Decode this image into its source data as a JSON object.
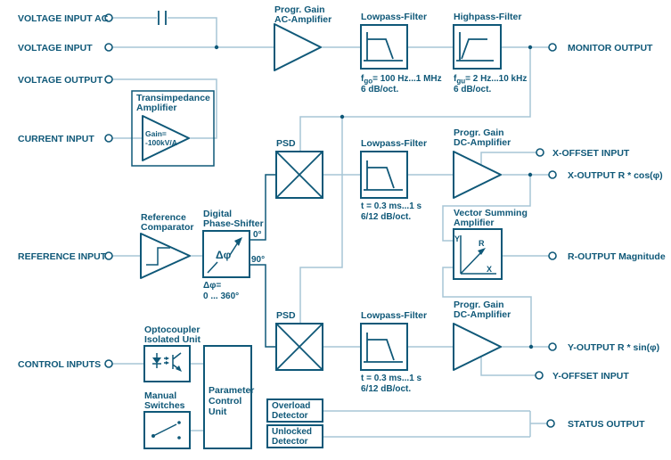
{
  "colors": {
    "dark": "#0F5878",
    "light": "#A7C5D6"
  },
  "left_terminals": {
    "voltage_input_ac": "VOLTAGE INPUT AC",
    "voltage_input": "VOLTAGE INPUT",
    "voltage_output": "VOLTAGE OUTPUT",
    "current_input": "CURRENT INPUT",
    "reference_input": "REFERENCE INPUT",
    "control_inputs": "CONTROL INPUTS"
  },
  "right_terminals": {
    "monitor_output": "MONITOR OUTPUT",
    "x_offset_input": "X-OFFSET INPUT",
    "x_output": "X-OUTPUT R * cos(φ)",
    "r_output": "R-OUTPUT Magnitude",
    "y_output": "Y-OUTPUT R * sin(φ)",
    "y_offset_input": "Y-OFFSET INPUT",
    "status_output": "STATUS OUTPUT"
  },
  "blocks": {
    "ac_amplifier": {
      "line1": "Progr. Gain",
      "line2": "AC-Amplifier"
    },
    "monitor_lowpass": {
      "title": "Lowpass-Filter",
      "f": "f",
      "f_sub": "go",
      "f_value": "= 100 Hz...1 MHz",
      "slope": "6 dB/oct."
    },
    "monitor_highpass": {
      "title": "Highpass-Filter",
      "f": "f",
      "f_sub": "gu",
      "f_value": "= 2 Hz...10 kHz",
      "slope": "6 dB/oct."
    },
    "transimpedance": {
      "line1": "Transimpedance",
      "line2": "Amplifier",
      "gain1": "Gain=",
      "gain2": "-100kV/A"
    },
    "reference_comparator": {
      "line1": "Reference",
      "line2": "Comparator"
    },
    "phase_shifter": {
      "line1": "Digital",
      "line2": "Phase-Shifter",
      "symbol": "Δφ",
      "tap0": "0°",
      "tap90": "90°",
      "range1": "Δφ=",
      "range2": "0 ... 360°"
    },
    "psd_x": {
      "label": "PSD"
    },
    "psd_y": {
      "label": "PSD"
    },
    "lowpass_x": {
      "title": "Lowpass-Filter",
      "tau": "t = 0.3 ms...1 s",
      "slope": "6/12 dB/oct."
    },
    "lowpass_y": {
      "title": "Lowpass-Filter",
      "tau": "t = 0.3 ms...1 s",
      "slope": "6/12 dB/oct."
    },
    "dc_amp_x": {
      "line1": "Progr. Gain",
      "line2": "DC-Amplifier"
    },
    "dc_amp_y": {
      "line1": "Progr. Gain",
      "line2": "DC-Amplifier"
    },
    "vector_summing": {
      "line1": "Vector Summing",
      "line2": "Amplifier",
      "axis_y": "Y",
      "axis_x": "X",
      "vector": "R"
    },
    "optocoupler": {
      "line1": "Optocoupler",
      "line2": "Isolated Unit"
    },
    "manual_switches": {
      "line1": "Manual",
      "line2": "Switches"
    },
    "parameter_control": {
      "line1": "Parameter",
      "line2": "Control",
      "line3": "Unit"
    },
    "overload_detector": {
      "line1": "Overload",
      "line2": "Detector"
    },
    "unlocked_detector": {
      "line1": "Unlocked",
      "line2": "Detector"
    }
  }
}
